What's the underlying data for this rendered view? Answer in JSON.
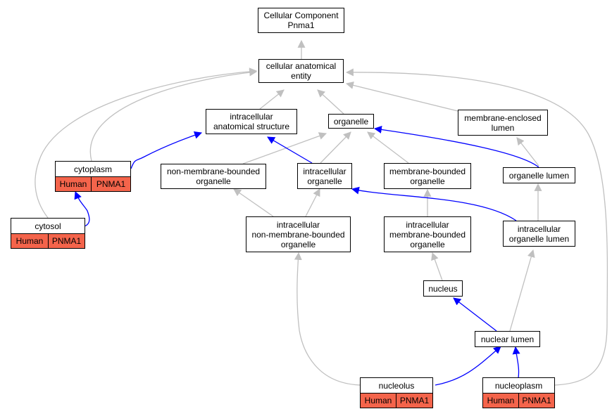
{
  "diagram": {
    "nodes": {
      "root": {
        "lines": [
          "Cellular Component",
          "Pnma1"
        ]
      },
      "cae": {
        "lines": [
          "cellular anatomical",
          "entity"
        ]
      },
      "ias": {
        "lines": [
          "intracellular",
          "anatomical structure"
        ]
      },
      "organelle": {
        "lines": [
          "organelle"
        ]
      },
      "mel": {
        "lines": [
          "membrane-enclosed",
          "lumen"
        ]
      },
      "nmbo": {
        "lines": [
          "non-membrane-bounded",
          "organelle"
        ]
      },
      "io": {
        "lines": [
          "intracellular",
          "organelle"
        ]
      },
      "mbo": {
        "lines": [
          "membrane-bounded",
          "organelle"
        ]
      },
      "ol": {
        "lines": [
          "organelle lumen"
        ]
      },
      "inmbo": {
        "lines": [
          "intracellular",
          "non-membrane-bounded",
          "organelle"
        ]
      },
      "imbo": {
        "lines": [
          "intracellular",
          "membrane-bounded",
          "organelle"
        ]
      },
      "iol": {
        "lines": [
          "intracellular",
          "organelle lumen"
        ]
      },
      "nucleus": {
        "lines": [
          "nucleus"
        ]
      },
      "nl": {
        "lines": [
          "nuclear lumen"
        ]
      }
    },
    "gene_nodes": {
      "cytoplasm": {
        "name": "cytoplasm",
        "species": "Human",
        "gene": "PNMA1"
      },
      "cytosol": {
        "name": "cytosol",
        "species": "Human",
        "gene": "PNMA1"
      },
      "nucleolus": {
        "name": "nucleolus",
        "species": "Human",
        "gene": "PNMA1"
      },
      "nucleoplasm": {
        "name": "nucleoplasm",
        "species": "Human",
        "gene": "PNMA1"
      }
    },
    "colors": {
      "is_a_edge": "#c0c0c0",
      "part_of_edge": "#0000ff",
      "annotation_fill": "#f4644b"
    }
  }
}
